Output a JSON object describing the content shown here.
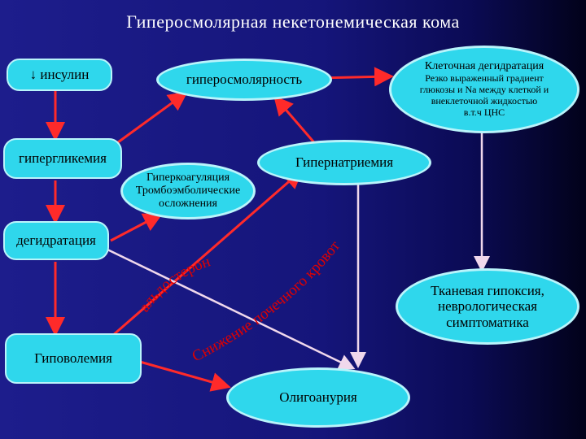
{
  "title": "Гиперосмолярная некетонемическая кома",
  "nodes": {
    "insulin": "↓ инсулин",
    "hyperosmolarity": "гиперосмолярность",
    "cell_dehydration_title": "Клеточная дегидратация",
    "cell_dehydration_desc": "Резко выраженный градиент\nглюкозы и Na между клеткой и\nвнеклеточной жидкостью\nв.т.ч ЦНС",
    "hyperglycemia": "гипергликемия",
    "hypernatremia": "Гипернатриемия",
    "hypercoagulation": "Гиперкоагуляция\nТромбоэмболические\nосложнения",
    "dehydration": "дегидратация",
    "tissue_hypoxia": "Тканевая гипоксия,\nневрологическая\nсимптоматика",
    "hypovolemia": "Гиповолемия",
    "oligoanuria": "Олигоанурия"
  },
  "curved_labels": {
    "aldosterone": "альдостерон",
    "renal_flow": "Снижение почечного кровотока"
  },
  "colors": {
    "node_fill": "#2fd7ec",
    "node_border": "#b9f4fb",
    "arrow": "#ff2a2a",
    "arrow_light": "#f0d8ec",
    "curved_text": "#e00000"
  }
}
